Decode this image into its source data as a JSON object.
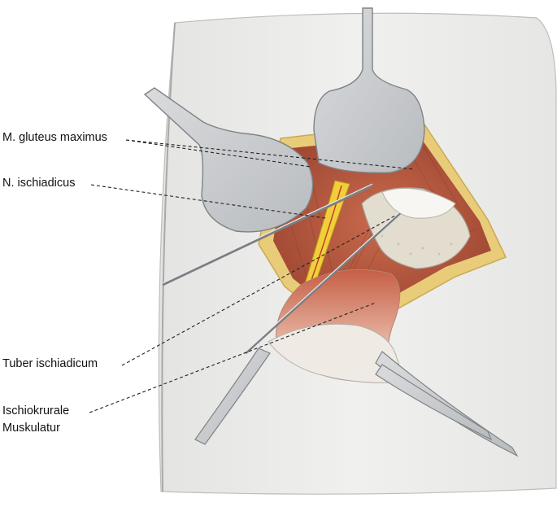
{
  "labels": {
    "gluteus": "M. gluteus maximus",
    "ischiadicus": "N. ischiadicus",
    "tuber": "Tuber ischiadicum",
    "ischiokrurale_line1": "Ischiokrurale",
    "ischiokrurale_line2": "Muskulatur"
  },
  "colors": {
    "drape": "#eeeeec",
    "muscle": "#b85a40",
    "fat": "#e9cc7a",
    "nerve": "#f0cf3a",
    "bone": "#e3ddd0",
    "instrument": "#cfd1d3",
    "leader": "#222222"
  }
}
